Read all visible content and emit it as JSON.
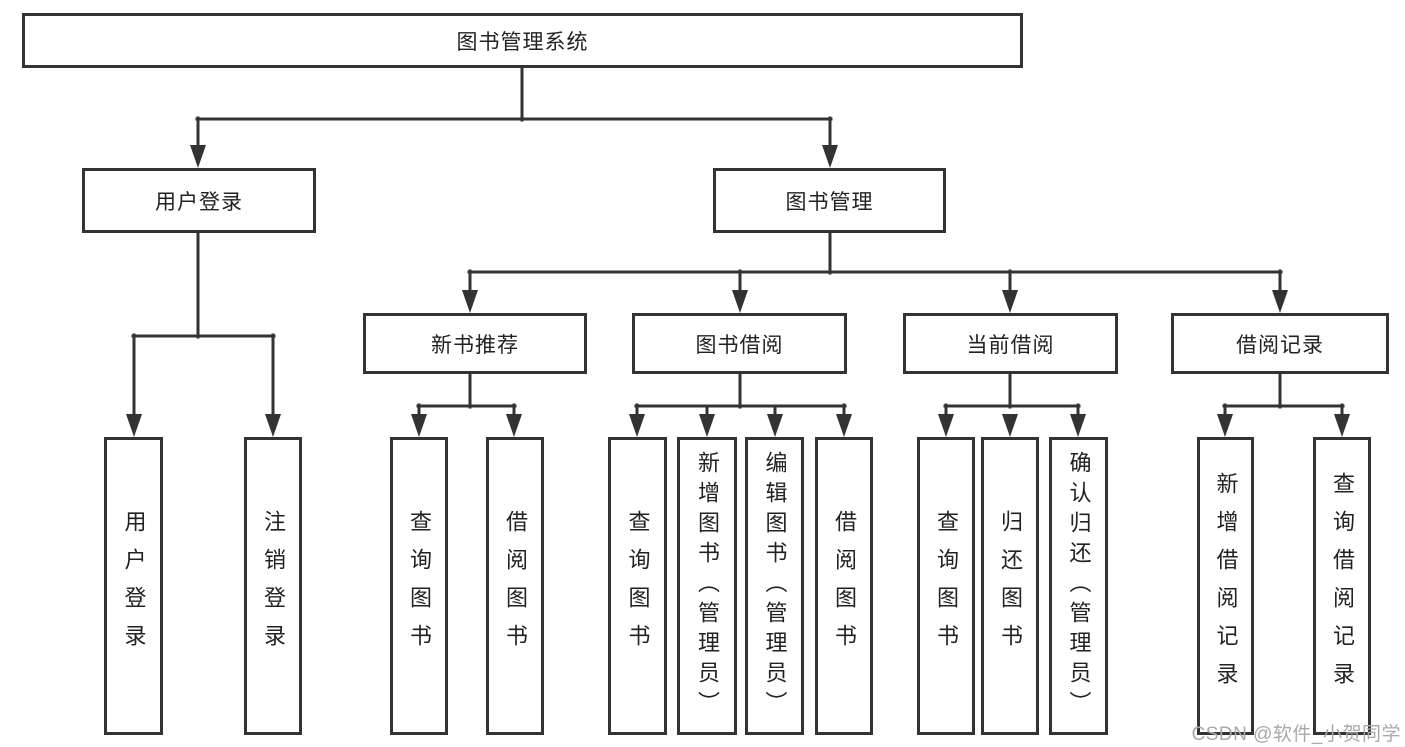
{
  "diagram": {
    "root": "图书管理系统",
    "level2": [
      "用户登录",
      "图书管理"
    ],
    "level3": [
      "新书推荐",
      "图书借阅",
      "当前借阅",
      "借阅记录"
    ],
    "leaves_user_login": [
      "用户登录",
      "注销登录"
    ],
    "leaves_new_book": [
      "查询图书",
      "借阅图书"
    ],
    "leaves_book_borrow": [
      "查询图书",
      "新增图书（管理员）",
      "编辑图书（管理员）",
      "借阅图书"
    ],
    "leaves_current_borrow": [
      "查询图书",
      "归还图书",
      "确认归还（管理员）"
    ],
    "leaves_borrow_record": [
      "新增借阅记录",
      "查询借阅记录"
    ]
  },
  "watermark": {
    "text": "CSDN @软件_小贺同学"
  },
  "colors": {
    "line": "#333333",
    "text": "#222222",
    "box_background": "#ffffff",
    "watermark": "#a9a9a9",
    "background": "#ffffff"
  }
}
